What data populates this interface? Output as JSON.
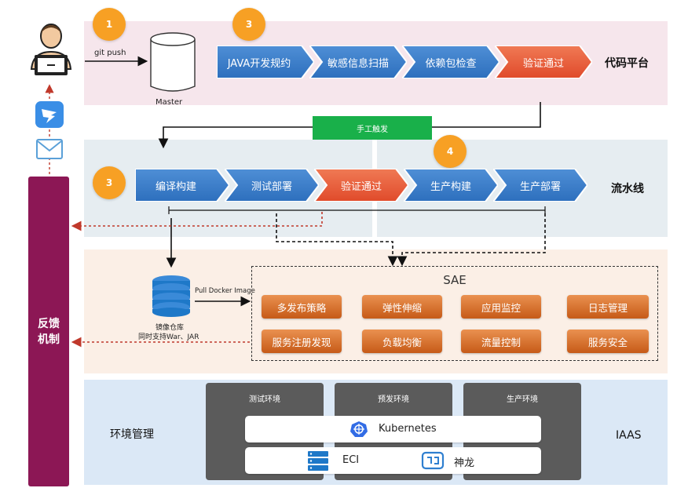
{
  "developer": {
    "git_push": "git push"
  },
  "master": {
    "label": "Master"
  },
  "circles": {
    "one": "1",
    "three_code": "3",
    "three_pipe": "3",
    "four": "4"
  },
  "code_platform": {
    "label": "代码平台",
    "steps": [
      "JAVA开发规约",
      "敏感信息扫描",
      "依赖包检查",
      "验证通过"
    ]
  },
  "trigger": {
    "label": "手工触发"
  },
  "pipeline": {
    "label": "流水线",
    "steps": [
      "编译构建",
      "测试部署",
      "验证通过",
      "生产构建",
      "生产部署"
    ]
  },
  "registry": {
    "pull_label": "Pull Docker Image",
    "name": "镜像仓库",
    "support": "同时支持War、JAR"
  },
  "sae": {
    "title": "SAE",
    "features": [
      "多发布策略",
      "弹性伸缩",
      "应用监控",
      "日志管理",
      "服务注册发现",
      "负载均衡",
      "流量控制",
      "服务安全"
    ]
  },
  "feedback": {
    "line1": "反馈",
    "line2": "机制"
  },
  "env": {
    "label": "环境管理",
    "iaas": "IAAS",
    "cards": [
      "测试环境",
      "预发环境",
      "生产环境"
    ],
    "kubernetes": "Kubernetes",
    "eci": "ECI",
    "shenlong": "神龙"
  },
  "colors": {
    "blue_arrow": "#2d6fbd",
    "red_arrow": "#e04a2a",
    "sae_button": "#d9732f",
    "feedback": "#8c1755",
    "trigger": "#19b04a",
    "circle": "#f7a024",
    "registry": "#1e78c8"
  }
}
